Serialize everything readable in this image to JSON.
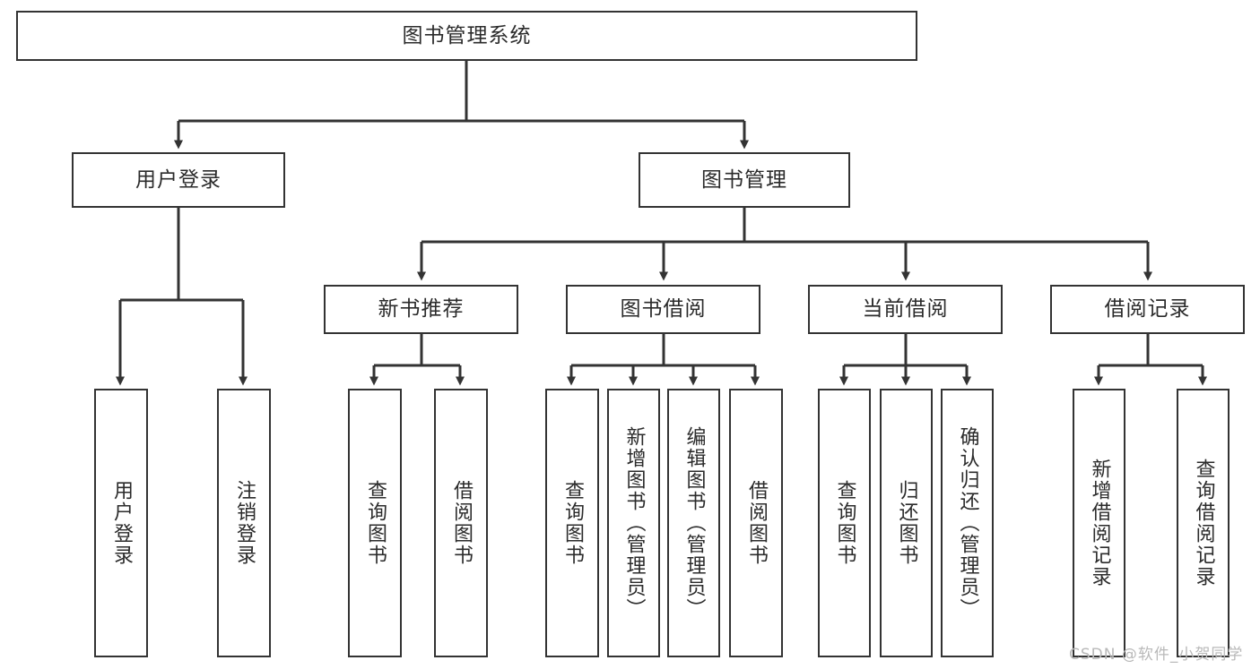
{
  "diagram": {
    "title": "图书管理系统",
    "root": {
      "label": "图书管理系统"
    },
    "level1": [
      {
        "label": "用户登录"
      },
      {
        "label": "图书管理"
      }
    ],
    "level2": [
      {
        "label": "新书推荐"
      },
      {
        "label": "图书借阅"
      },
      {
        "label": "当前借阅"
      },
      {
        "label": "借阅记录"
      }
    ],
    "leaves": {
      "user_login": [
        {
          "label": "用户登录"
        },
        {
          "label": "注销登录"
        }
      ],
      "new_book_recommend": [
        {
          "label": "查询图书"
        },
        {
          "label": "借阅图书"
        }
      ],
      "book_borrow": [
        {
          "label": "查询图书"
        },
        {
          "label": "新增图书（管理员）"
        },
        {
          "label": "编辑图书（管理员）"
        },
        {
          "label": "借阅图书"
        }
      ],
      "current_borrow": [
        {
          "label": "查询图书"
        },
        {
          "label": "归还图书"
        },
        {
          "label": "确认归还（管理员）"
        }
      ],
      "borrow_record": [
        {
          "label": "新增借阅记录"
        },
        {
          "label": "查询借阅记录"
        }
      ]
    }
  },
  "watermark": {
    "text": "CSDN @软件_小贺同学"
  },
  "colors": {
    "stroke": "#333333",
    "text": "#2b2b2b",
    "background": "#ffffff",
    "watermark": "#b9b9b9"
  }
}
